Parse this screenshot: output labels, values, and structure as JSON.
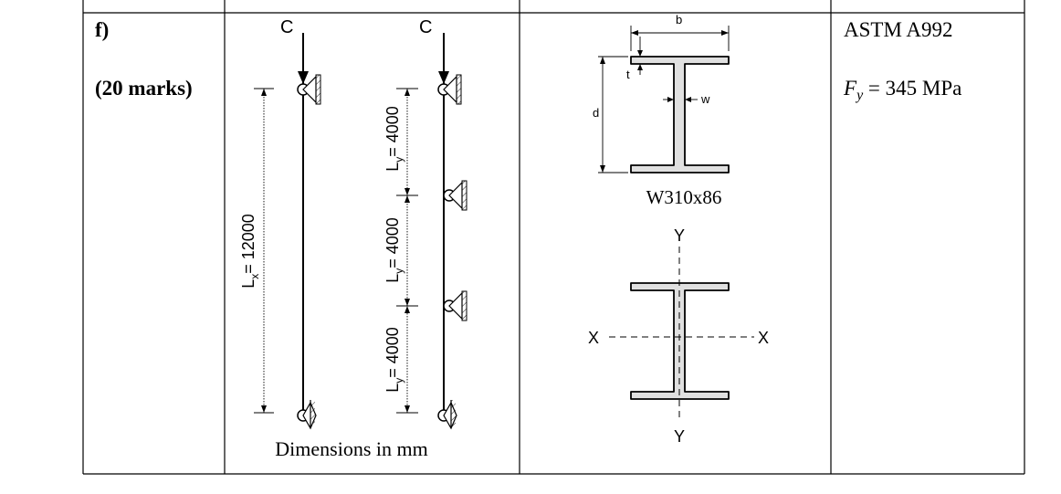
{
  "question": {
    "label": "f)",
    "marks": "(20 marks)"
  },
  "column_sketch": {
    "load_label_left": "C",
    "load_label_right": "C",
    "lx_prefix": "L",
    "lx_sub": "x",
    "lx_value": "= 12000",
    "ly_prefix": "L",
    "ly_sub": "y",
    "ly_value": "= 4000",
    "dimensions_note": "Dimensions in mm"
  },
  "section": {
    "dim_b": "b",
    "dim_d": "d",
    "dim_t": "t",
    "dim_w": "w",
    "designation": "W310x86",
    "axis_x_left": "X",
    "axis_x_right": "X",
    "axis_y_top": "Y",
    "axis_y_bottom": "Y"
  },
  "material": {
    "grade": "ASTM A992",
    "fy_symbol": "F",
    "fy_sub": "y",
    "fy_value": " = 345 MPa"
  }
}
